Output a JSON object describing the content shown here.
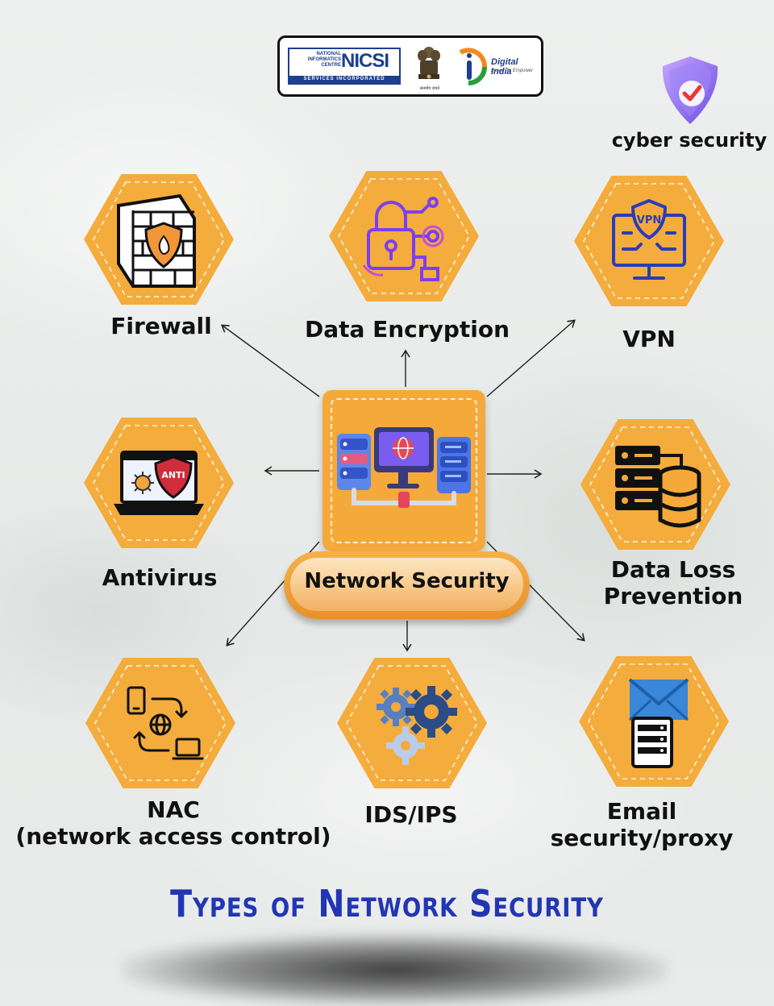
{
  "header": {
    "nicsi_top_text": [
      "NATIONAL",
      "INFORMATICS",
      "CENTRE"
    ],
    "nicsi_logo_text": "NICSI",
    "nicsi_bottom_text": "SERVICES INCORPORATED",
    "emblem_motto": "सत्यमेव जयते",
    "digital_india_title": "Digital India",
    "digital_india_tagline": "Power To Empower"
  },
  "badge": {
    "label": "cyber security",
    "icon": "shield-check-icon"
  },
  "center": {
    "label": "Network Security",
    "icon": "network-servers-icon"
  },
  "nodes": {
    "firewall": {
      "label": "Firewall",
      "icon": "firewall-wall-icon"
    },
    "encryption": {
      "label": "Data Encryption",
      "icon": "padlock-circuit-icon"
    },
    "vpn": {
      "label": "VPN",
      "icon": "vpn-monitor-icon",
      "icon_text": "VPN"
    },
    "antivirus": {
      "label": "Antivirus",
      "icon": "laptop-anti-virus-icon",
      "icon_text": "ANTI"
    },
    "dlp": {
      "label_line1": "Data Loss",
      "label_line2": "Prevention",
      "icon": "database-servers-icon"
    },
    "nac": {
      "label_line1": "NAC",
      "label_line2": "(network access control)",
      "icon": "device-globe-exchange-icon"
    },
    "idsips": {
      "label": "IDS/IPS",
      "icon": "gears-icon"
    },
    "email": {
      "label_line1": "Email",
      "label_line2": "security/proxy",
      "icon": "envelope-server-icon"
    }
  },
  "title": "Types of Network Security",
  "colors": {
    "hex_fill": "#f5a93a",
    "title_blue": "#2236b4",
    "nicsi_blue": "#1d3f8f"
  }
}
